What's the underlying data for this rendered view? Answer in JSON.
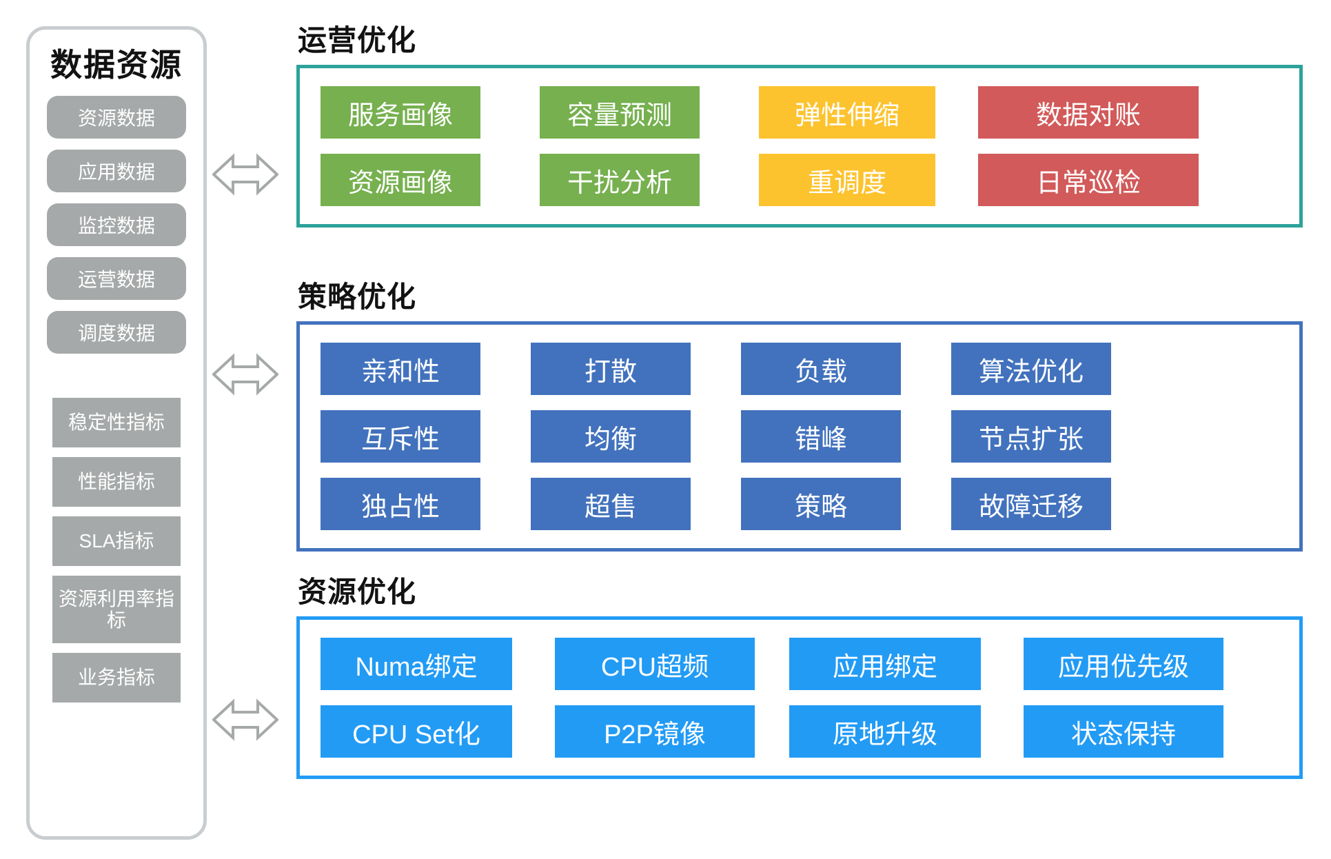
{
  "sidebar": {
    "title": "数据资源",
    "data_items": [
      {
        "label": "资源数据"
      },
      {
        "label": "应用数据"
      },
      {
        "label": "监控数据"
      },
      {
        "label": "运营数据"
      },
      {
        "label": "调度数据"
      }
    ],
    "metric_items": [
      {
        "label": "稳定性指标",
        "tall": false
      },
      {
        "label": "性能指标",
        "tall": false
      },
      {
        "label": "SLA指标",
        "tall": false
      },
      {
        "label": "资源利用率指标",
        "tall": true
      },
      {
        "label": "业务指标",
        "tall": false
      }
    ]
  },
  "connectors": [
    {
      "name": "arrow-ops",
      "glyph": "double-arrow-horizontal"
    },
    {
      "name": "arrow-policy",
      "glyph": "double-arrow-horizontal"
    },
    {
      "name": "arrow-resource",
      "glyph": "double-arrow-horizontal"
    }
  ],
  "sections": [
    {
      "id": "ops",
      "title": "运营优化",
      "border_color": "#2ba39a",
      "columns": [
        {
          "color": "#76b04f",
          "tiles": [
            "服务画像",
            "资源画像"
          ]
        },
        {
          "color": "#76b04f",
          "tiles": [
            "容量预测",
            "干扰分析"
          ]
        },
        {
          "color": "#fdc32f",
          "tiles": [
            "弹性伸缩",
            "重调度"
          ]
        },
        {
          "color": "#d25a5a",
          "tiles": [
            "数据对账",
            "日常巡检"
          ]
        }
      ]
    },
    {
      "id": "policy",
      "title": "策略优化",
      "border_color": "#4272bd",
      "columns": [
        {
          "color": "#4272bd",
          "tiles": [
            "亲和性",
            "互斥性",
            "独占性"
          ]
        },
        {
          "color": "#4272bd",
          "tiles": [
            "打散",
            "均衡",
            "超售"
          ]
        },
        {
          "color": "#4272bd",
          "tiles": [
            "负载",
            "错峰",
            "策略"
          ]
        },
        {
          "color": "#4272bd",
          "tiles": [
            "算法优化",
            "节点扩张",
            "故障迁移"
          ]
        }
      ]
    },
    {
      "id": "resource",
      "title": "资源优化",
      "border_color": "#229bf5",
      "columns": [
        {
          "color": "#229bf5",
          "tiles": [
            "Numa绑定",
            "CPU Set化"
          ]
        },
        {
          "color": "#229bf5",
          "tiles": [
            "CPU超频",
            "P2P镜像"
          ]
        },
        {
          "color": "#229bf5",
          "tiles": [
            "应用绑定",
            "原地升级"
          ]
        },
        {
          "color": "#229bf5",
          "tiles": [
            "应用优先级",
            "状态保持"
          ]
        }
      ]
    }
  ],
  "colors": {
    "green": "#76b04f",
    "yellow": "#fdc32f",
    "red": "#d25a5a",
    "blue": "#4272bd",
    "light_blue": "#229bf5",
    "teal": "#2ba39a",
    "gray": "#a6a9a9",
    "sidebar_border": "#c9cdcf"
  }
}
